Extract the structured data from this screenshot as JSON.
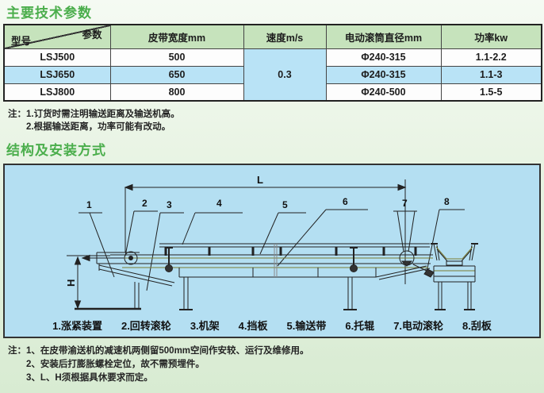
{
  "section1": {
    "title": "主要技术参数"
  },
  "table": {
    "corner": {
      "top_right": "参数",
      "bottom_left": "型号"
    },
    "headers": {
      "belt_width": "皮带宽度mm",
      "speed": "速度m/s",
      "drum_diameter": "电动滚筒直径mm",
      "power": "功率kw"
    },
    "speed_merged": "0.3",
    "rows": [
      {
        "model": "LSJ500",
        "belt_width": "500",
        "drum_diameter": "Φ240-315",
        "power": "1.1-2.2"
      },
      {
        "model": "LSJ650",
        "belt_width": "650",
        "drum_diameter": "Φ240-315",
        "power": "1.1-3"
      },
      {
        "model": "LSJ800",
        "belt_width": "800",
        "drum_diameter": "Φ240-500",
        "power": "1.5-5"
      }
    ]
  },
  "notes1": {
    "label": "注：",
    "lines": [
      "1.订货时需注明输送距离及输送机高。",
      "2.根据输送距离，功率可能有改动。"
    ]
  },
  "section2": {
    "title": "结构及安装方式"
  },
  "diagram": {
    "dim_l": "L",
    "dim_h": "H",
    "callouts": [
      "1",
      "2",
      "3",
      "4",
      "5",
      "6",
      "7",
      "8"
    ],
    "legend": [
      "1.涨紧装置",
      "2.回转滚轮",
      "3.机架",
      "4.挡板",
      "5.输送带",
      "6.托辊",
      "7.电动滚轮",
      "8.刮板"
    ]
  },
  "notes2": {
    "label": "注：",
    "lines": [
      "1、在皮带渝送机的减速机两侧留500mm空间作安较、运行及维修用。",
      "2、安装后打膨胀螺栓定位，故不需预埋件。",
      "3、L、H须根据具休要求而定。"
    ]
  },
  "colors": {
    "title_green": "#4bae4c",
    "header_green": "#c6e3bc",
    "row_blue": "#b9e3f6",
    "diagram_blue": "#b4dff2"
  }
}
